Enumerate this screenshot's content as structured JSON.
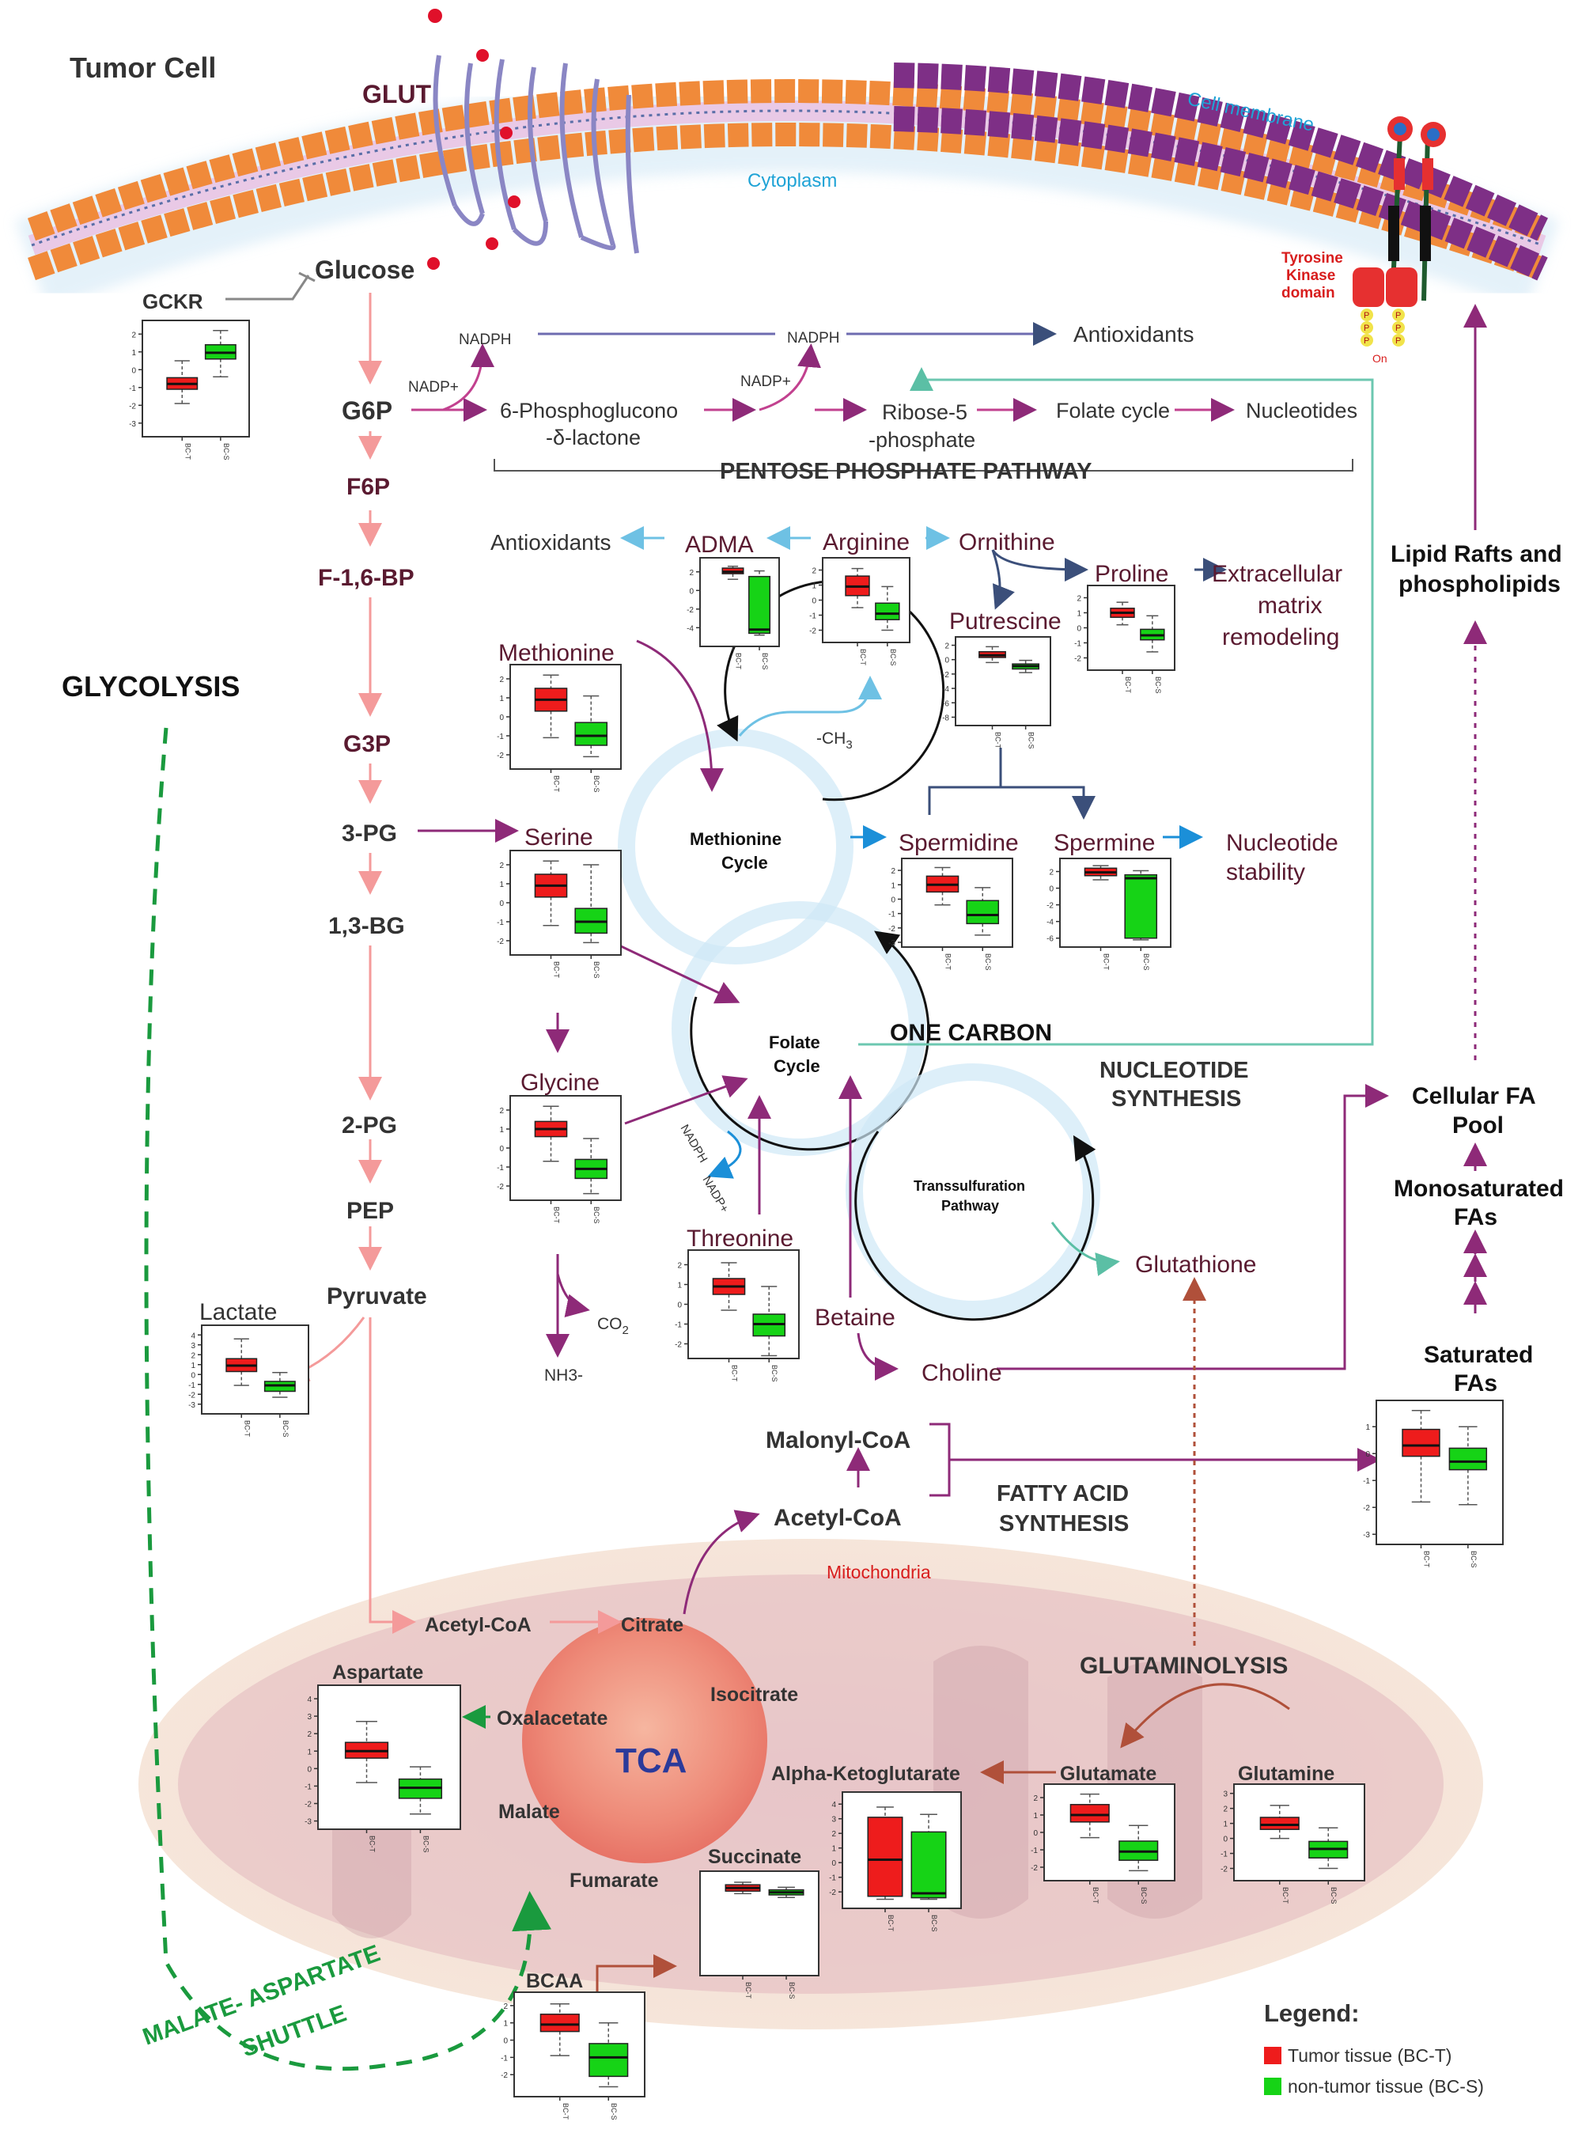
{
  "title": "Tumor Cell",
  "membrane": {
    "glut": "GLUT",
    "cell_membrane": "Cell membrane",
    "cytoplasm": "Cytoplasm",
    "rtk_lines": [
      "Tyrosine",
      "Kinase",
      "domain"
    ],
    "p": "P",
    "on": "On"
  },
  "glycolysis": {
    "heading": "GLYCOLYSIS",
    "gckr": "GCKR",
    "glucose": "Glucose",
    "g6p": "G6P",
    "f6p": "F6P",
    "f16bp": "F-1,6-BP",
    "g3p": "G3P",
    "pg3": "3-PG",
    "bg13": "1,3-BG",
    "pg2": "2-PG",
    "pep": "PEP",
    "pyruvate": "Pyruvate",
    "lactate": "Lactate"
  },
  "ppp": {
    "nadph": "NADPH",
    "nadp_plus": "NADP+",
    "antioxidants": "Antioxidants",
    "lactone_1": "6-Phosphoglucono",
    "lactone_2": "-δ-lactone",
    "ribose_1": "Ribose-5",
    "ribose_2": "-phosphate",
    "folate_cycle": "Folate cycle",
    "nucleotides": "Nucleotides",
    "title": "PENTOSE PHOSPHATE PATHWAY"
  },
  "amino": {
    "antioxidants": "Antioxidants",
    "adma": "ADMA",
    "arginine": "Arginine",
    "ornithine": "Ornithine",
    "proline": "Proline",
    "ecm": [
      "Extracellular",
      "matrix",
      "remodeling"
    ],
    "putrescine": "Putrescine",
    "methionine": "Methionine",
    "ch3": "-CH",
    "ch3_sub": "3",
    "methionine_cycle": [
      "Methionine",
      "Cycle"
    ],
    "spermidine": "Spermidine",
    "spermine": "Spermine",
    "nucleotide_stability": [
      "Nucleotide",
      "stability"
    ],
    "serine": "Serine",
    "folate_cycle": [
      "Folate",
      "Cycle"
    ],
    "one_carbon": "ONE CARBON",
    "nucleotide_synthesis": [
      "NUCLEOTIDE",
      "SYNTHESIS"
    ],
    "glycine": "Glycine",
    "nadph_small": "NADPH",
    "nadp_small": "NADP+",
    "co2": "CO",
    "co2_sub": "2",
    "nh3": "NH3-",
    "threonine": "Threonine",
    "betaine": "Betaine",
    "choline": "Choline",
    "transsulfuration": [
      "Transsulfuration",
      "Pathway"
    ],
    "glutathione": "Glutathione"
  },
  "lipids": {
    "lipid_rafts": [
      "Lipid Rafts and",
      "phospholipids"
    ],
    "cellular_fa": [
      "Cellular FA",
      "Pool"
    ],
    "mono_fa": [
      "Monosaturated",
      "FAs"
    ],
    "saturated_fa": [
      "Saturated",
      "FAs"
    ],
    "malonyl": "Malonyl-CoA",
    "acetyl": "Acetyl-CoA",
    "fas": [
      "FATTY ACID",
      "SYNTHESIS"
    ]
  },
  "mito": {
    "label": "Mitochondria",
    "acetyl": "Acetyl-CoA",
    "citrate": "Citrate",
    "isocitrate": "Isocitrate",
    "tca": "TCA",
    "akg": "Alpha-Ketoglutarate",
    "succinate": "Succinate",
    "fumarate": "Fumarate",
    "malate": "Malate",
    "oxalacetate": "Oxalacetate",
    "aspartate": "Aspartate",
    "glutaminolysis": "GLUTAMINOLYSIS",
    "glutamate": "Glutamate",
    "glutamine": "Glutamine",
    "bcaa": "BCAA",
    "shuttle": [
      "MALATE- ASPARTATE",
      "SHUTTLE"
    ]
  },
  "boxplot_axis": {
    "left": "BC-T",
    "right": "BC-S"
  },
  "boxplots": [
    {
      "id": "gckr",
      "yticks": [
        2,
        1,
        0,
        -1,
        -2,
        -3
      ],
      "t": {
        "q1": -1.1,
        "med": -0.8,
        "q3": -0.45,
        "wl": -1.9,
        "wh": 0.5
      },
      "s": {
        "q1": 0.6,
        "med": 0.95,
        "q3": 1.4,
        "wl": -0.4,
        "wh": 2.2
      }
    },
    {
      "id": "adma",
      "yticks": [
        2,
        0,
        -2,
        -4
      ],
      "t": {
        "q1": 1.8,
        "med": 2.0,
        "q3": 2.4,
        "wl": 1.2,
        "wh": 2.6
      },
      "s": {
        "q1": -4.6,
        "med": -4.2,
        "q3": 1.5,
        "wl": -4.8,
        "wh": 2.1
      }
    },
    {
      "id": "arginine",
      "yticks": [
        2,
        1,
        0,
        -1,
        -2
      ],
      "t": {
        "q1": 0.3,
        "med": 0.9,
        "q3": 1.6,
        "wl": -0.5,
        "wh": 2.1
      },
      "s": {
        "q1": -1.3,
        "med": -0.9,
        "q3": -0.2,
        "wl": -2.0,
        "wh": 0.9
      }
    },
    {
      "id": "putrescine",
      "yticks": [
        2,
        0,
        -2,
        -4,
        -6,
        -8
      ],
      "t": {
        "q1": 0.3,
        "med": 0.6,
        "q3": 1.1,
        "wl": -0.4,
        "wh": 1.8
      },
      "s": {
        "q1": -1.3,
        "med": -0.9,
        "q3": -0.6,
        "wl": -1.8,
        "wh": -0.1
      }
    },
    {
      "id": "proline",
      "yticks": [
        2,
        1,
        0,
        -1,
        -2
      ],
      "t": {
        "q1": 0.7,
        "med": 1.0,
        "q3": 1.3,
        "wl": 0.2,
        "wh": 1.7
      },
      "s": {
        "q1": -0.8,
        "med": -0.5,
        "q3": -0.1,
        "wl": -1.6,
        "wh": 0.8
      }
    },
    {
      "id": "methionine",
      "yticks": [
        2,
        1,
        0,
        -1,
        -2
      ],
      "t": {
        "q1": 0.3,
        "med": 0.9,
        "q3": 1.5,
        "wl": -1.1,
        "wh": 2.2
      },
      "s": {
        "q1": -1.5,
        "med": -1.0,
        "q3": -0.3,
        "wl": -2.1,
        "wh": 1.1
      }
    },
    {
      "id": "spermidine",
      "yticks": [
        2,
        1,
        0,
        -1,
        -2,
        -3
      ],
      "t": {
        "q1": 0.5,
        "med": 1.0,
        "q3": 1.6,
        "wl": -0.4,
        "wh": 2.2
      },
      "s": {
        "q1": -1.7,
        "med": -1.1,
        "q3": -0.1,
        "wl": -2.5,
        "wh": 0.8
      }
    },
    {
      "id": "spermine",
      "yticks": [
        2,
        0,
        -2,
        -4,
        -6
      ],
      "t": {
        "q1": 1.5,
        "med": 1.9,
        "q3": 2.4,
        "wl": 1.0,
        "wh": 2.7
      },
      "s": {
        "q1": -6.0,
        "med": 1.2,
        "q3": 1.6,
        "wl": -6.2,
        "wh": 2.1
      }
    },
    {
      "id": "serine",
      "yticks": [
        2,
        1,
        0,
        -1,
        -2
      ],
      "t": {
        "q1": 0.3,
        "med": 0.9,
        "q3": 1.5,
        "wl": -1.2,
        "wh": 2.2
      },
      "s": {
        "q1": -1.6,
        "med": -1.0,
        "q3": -0.3,
        "wl": -2.1,
        "wh": 2.0
      }
    },
    {
      "id": "glycine",
      "yticks": [
        2,
        1,
        0,
        -1,
        -2
      ],
      "t": {
        "q1": 0.6,
        "med": 1.0,
        "q3": 1.4,
        "wl": -0.7,
        "wh": 2.2
      },
      "s": {
        "q1": -1.6,
        "med": -1.1,
        "q3": -0.6,
        "wl": -2.4,
        "wh": 0.5
      }
    },
    {
      "id": "lactate",
      "yticks": [
        4,
        3,
        2,
        1,
        0,
        -1,
        -2,
        -3
      ],
      "t": {
        "q1": 0.3,
        "med": 0.9,
        "q3": 1.6,
        "wl": -1.1,
        "wh": 3.6
      },
      "s": {
        "q1": -1.7,
        "med": -1.1,
        "q3": -0.7,
        "wl": -2.3,
        "wh": 0.2
      }
    },
    {
      "id": "threonine",
      "yticks": [
        2,
        1,
        0,
        -1,
        -2
      ],
      "t": {
        "q1": 0.5,
        "med": 0.9,
        "q3": 1.3,
        "wl": -0.3,
        "wh": 2.1
      },
      "s": {
        "q1": -1.6,
        "med": -1.0,
        "q3": -0.5,
        "wl": -2.6,
        "wh": 0.9
      }
    },
    {
      "id": "saturated",
      "yticks": [
        1,
        0,
        -1,
        -2,
        -3
      ],
      "t": {
        "q1": -0.1,
        "med": 0.3,
        "q3": 0.9,
        "wl": -1.8,
        "wh": 1.6
      },
      "s": {
        "q1": -0.6,
        "med": -0.3,
        "q3": 0.2,
        "wl": -1.9,
        "wh": 1.0
      }
    },
    {
      "id": "aspartate",
      "yticks": [
        4,
        3,
        2,
        1,
        0,
        -1,
        -2,
        -3
      ],
      "t": {
        "q1": 0.6,
        "med": 1.0,
        "q3": 1.5,
        "wl": -0.8,
        "wh": 2.7
      },
      "s": {
        "q1": -1.7,
        "med": -1.1,
        "q3": -0.6,
        "wl": -2.6,
        "wh": 0.1
      }
    },
    {
      "id": "akg",
      "yticks": [
        4,
        3,
        2,
        1,
        0,
        -1,
        -2
      ],
      "t": {
        "q1": -2.3,
        "med": 0.2,
        "q3": 3.1,
        "wl": -2.5,
        "wh": 3.8
      },
      "s": {
        "q1": -2.4,
        "med": -2.1,
        "q3": 2.1,
        "wl": -2.5,
        "wh": 3.3
      }
    },
    {
      "id": "succinate",
      "yticks": [],
      "t": {
        "q1": 0.3,
        "med": 0.55,
        "q3": 0.8,
        "wl": 0.1,
        "wh": 1.0
      },
      "s": {
        "q1": 0.0,
        "med": 0.2,
        "q3": 0.4,
        "wl": -0.2,
        "wh": 0.6
      }
    },
    {
      "id": "glutamate",
      "yticks": [
        2,
        1,
        0,
        -1,
        -2
      ],
      "t": {
        "q1": 0.6,
        "med": 1.0,
        "q3": 1.6,
        "wl": -0.3,
        "wh": 2.2
      },
      "s": {
        "q1": -1.6,
        "med": -1.1,
        "q3": -0.5,
        "wl": -2.2,
        "wh": 0.4
      }
    },
    {
      "id": "glutamine",
      "yticks": [
        3,
        2,
        1,
        0,
        -1,
        -2
      ],
      "t": {
        "q1": 0.6,
        "med": 0.9,
        "q3": 1.4,
        "wl": 0.0,
        "wh": 2.2
      },
      "s": {
        "q1": -1.3,
        "med": -0.7,
        "q3": -0.2,
        "wl": -2.0,
        "wh": 0.7
      }
    },
    {
      "id": "bcaa",
      "yticks": [
        2,
        1,
        0,
        -1,
        -2
      ],
      "t": {
        "q1": 0.5,
        "med": 0.9,
        "q3": 1.5,
        "wl": -0.9,
        "wh": 2.1
      },
      "s": {
        "q1": -2.1,
        "med": -1.0,
        "q3": -0.2,
        "wl": -2.7,
        "wh": 1.0
      }
    }
  ],
  "legend": {
    "title": "Legend:",
    "tumor": "Tumor tissue (BC-T)",
    "nontumor": "non-tumor tissue (BC-S)",
    "tumor_color": "#ee1c1c",
    "nontumor_color": "#16d316"
  },
  "colors": {
    "pink": "#f49a9a",
    "purple": "#8e2a78",
    "navy": "#3b4f7a",
    "lightblue": "#6ec1e4",
    "teal": "#6cc7b0",
    "green": "#1a9a3e",
    "brown": "#b0503a",
    "maroon": "#5a1a30"
  }
}
